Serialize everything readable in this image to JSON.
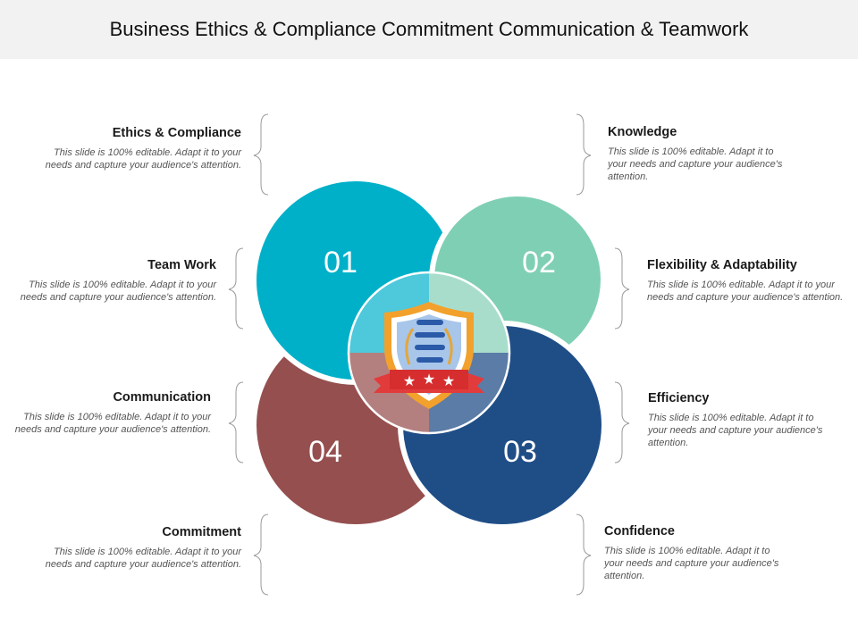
{
  "title": "Business Ethics & Compliance Commitment Communication & Teamwork",
  "numbers": [
    "01",
    "02",
    "03",
    "04"
  ],
  "colors": {
    "c1": "#00b0c9",
    "c2": "#7fcfb5",
    "c3": "#1f4e87",
    "c4": "#954f4f",
    "header_bg": "#f2f2f2"
  },
  "center_icon": "shield-badge-icon",
  "items": [
    {
      "heading": "Ethics & Compliance",
      "desc": "This slide is 100% editable. Adapt it to your needs and capture your audience's attention."
    },
    {
      "heading": "Team Work",
      "desc": "This slide is 100% editable. Adapt it to your needs and capture your audience's attention."
    },
    {
      "heading": "Communication",
      "desc": "This slide is 100% editable. Adapt it to your needs and capture your audience's attention."
    },
    {
      "heading": "Commitment",
      "desc": "This slide is 100% editable. Adapt it to your needs and capture your audience's attention."
    },
    {
      "heading": "Knowledge",
      "desc": "This slide is 100% editable. Adapt it to your needs and capture your audience's attention."
    },
    {
      "heading": "Flexibility & Adaptability",
      "desc": "This slide is 100% editable. Adapt it to your needs and capture your audience's attention."
    },
    {
      "heading": "Efficiency",
      "desc": "This slide is 100% editable. Adapt it to your needs and capture your audience's attention."
    },
    {
      "heading": "Confidence",
      "desc": "This slide is 100% editable. Adapt it to your needs and capture your audience's attention."
    }
  ]
}
